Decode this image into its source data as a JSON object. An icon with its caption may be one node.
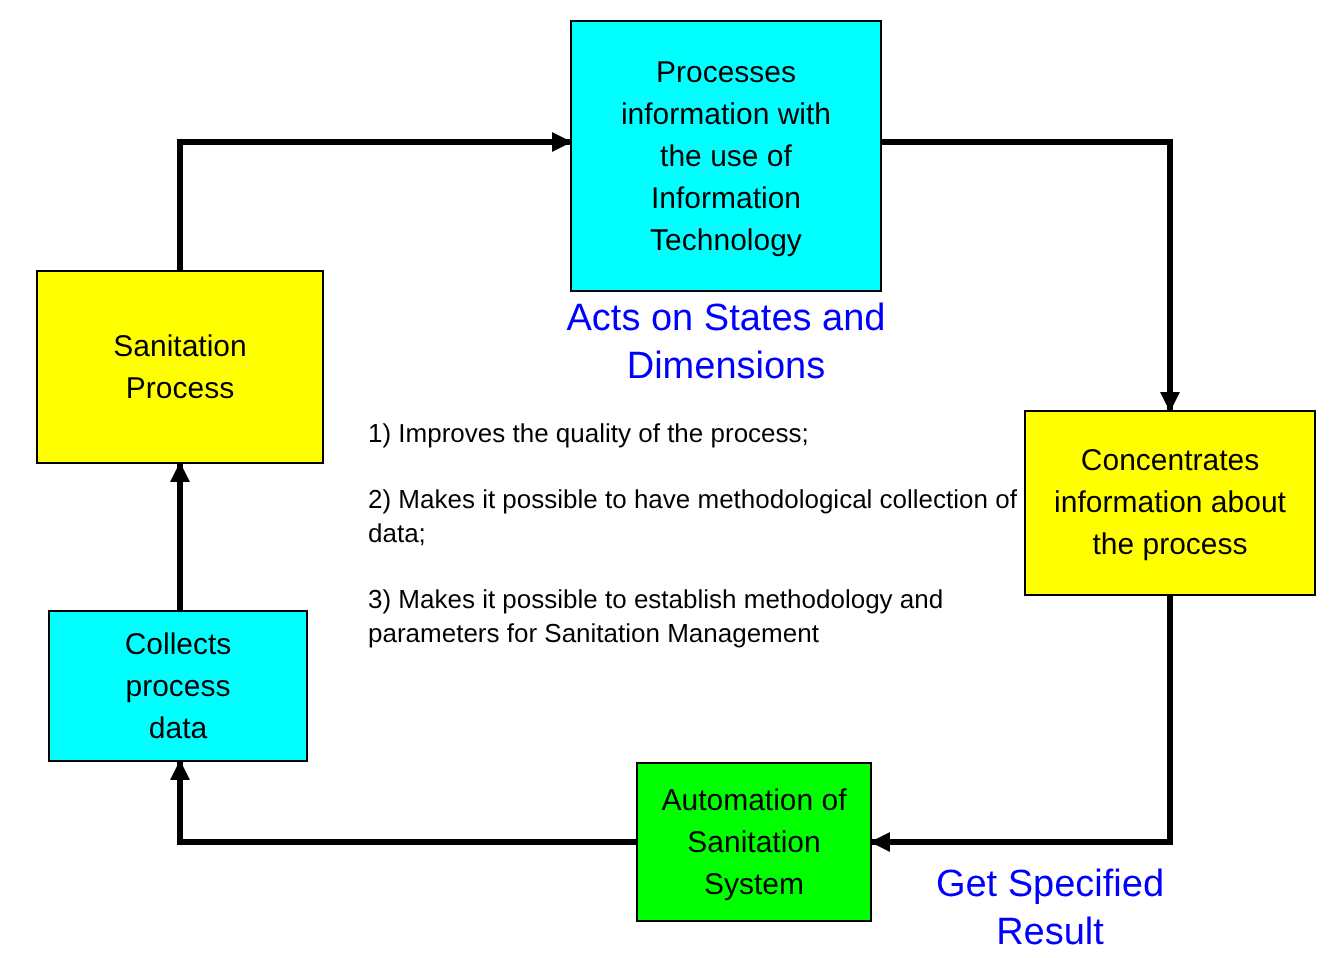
{
  "diagram": {
    "nodes": [
      {
        "text": [
          "Sanitation Process"
        ]
      },
      {
        "text": [
          "Processes information with the use of Information Technology"
        ],
        "beside": [
          "Acts on States and Dimensions"
        ]
      },
      {
        "text": [
          "Concentrates information about the process"
        ]
      },
      {
        "text": [
          "Automation of Sanitation System"
        ]
      },
      {
        "text": [
          "Collects process data"
        ]
      }
    ],
    "edges": [
      {
        "from": 0,
        "to": 1,
        "arrow": "to"
      },
      {
        "from": 1,
        "to": 2,
        "arrow": "to"
      },
      {
        "from": 2,
        "to": 3,
        "arrow": "to"
      },
      {
        "from": 3,
        "to": 4,
        "arrow": "to"
      },
      {
        "from": 4,
        "to": 0,
        "arrow": "to"
      }
    ],
    "labels": [
      "1) Improves the quality of the process;",
      "2) Makes it possible to have methodological collection of data;",
      "3) Makes it possible to establish methodology and parameters for Sanitation Management",
      "Get Specified Result"
    ]
  }
}
